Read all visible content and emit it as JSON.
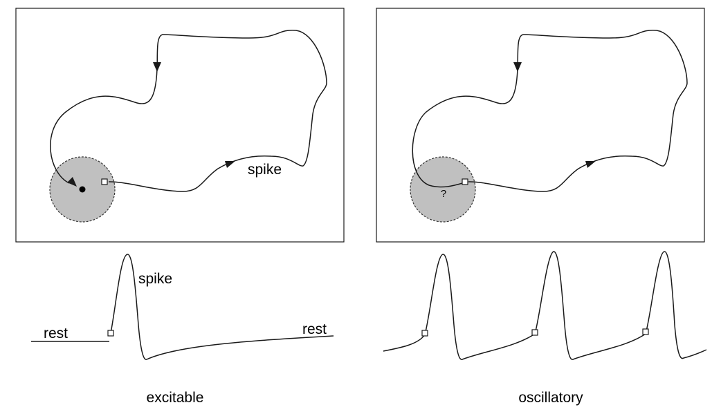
{
  "panels": {
    "left": {
      "trajectory_label": "spike",
      "trace_label_spike": "spike",
      "trace_label_rest_left": "rest",
      "trace_label_rest_right": "rest",
      "caption": "excitable"
    },
    "right": {
      "region_label": "?",
      "caption": "oscillatory"
    }
  },
  "colors": {
    "stroke": "#1a1a1a",
    "region_fill": "#c0c0c0",
    "background": "#ffffff"
  }
}
